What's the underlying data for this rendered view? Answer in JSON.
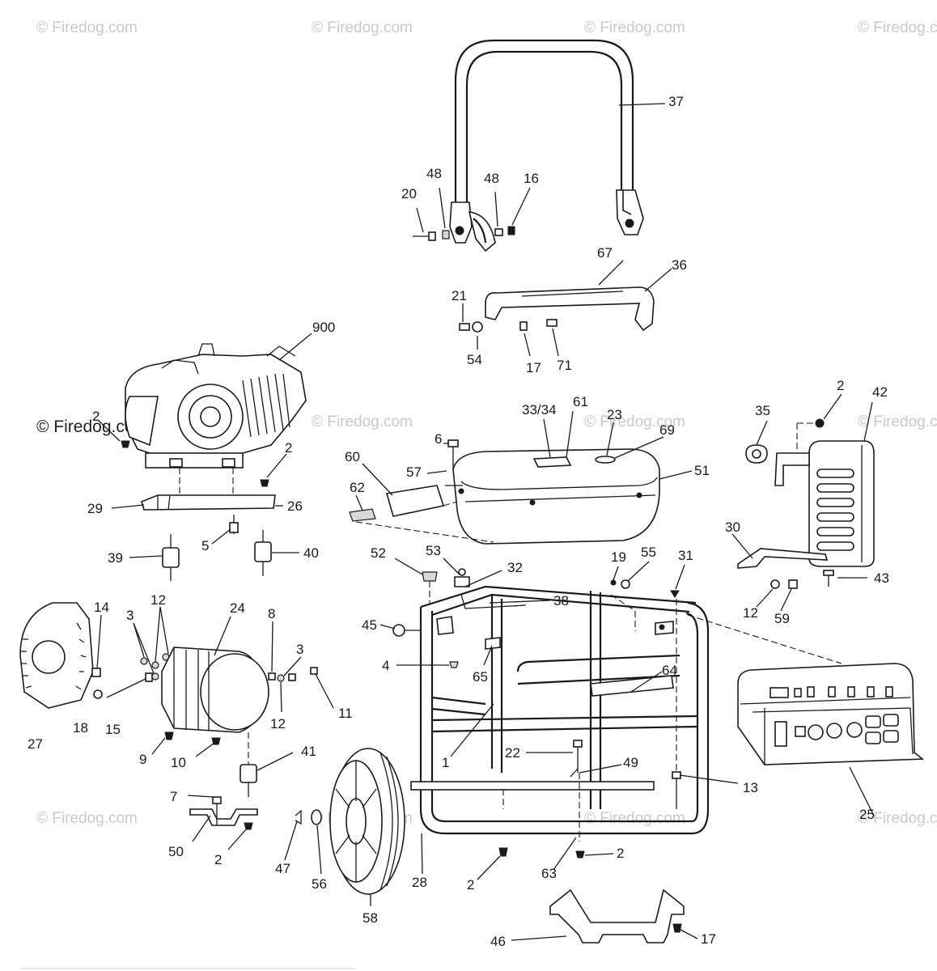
{
  "watermark": {
    "text": "© Firedog.com",
    "prominent_text": "© Firedog.com"
  },
  "callouts": [
    "900",
    "2",
    "2",
    "29",
    "26",
    "5",
    "39",
    "40",
    "14",
    "12",
    "3",
    "24",
    "8",
    "3",
    "27",
    "18",
    "15",
    "12",
    "11",
    "9",
    "10",
    "41",
    "7",
    "50",
    "2",
    "20",
    "48",
    "48",
    "16",
    "37",
    "67",
    "36",
    "21",
    "54",
    "17",
    "71",
    "6",
    "57",
    "33/34",
    "61",
    "23",
    "69",
    "51",
    "60",
    "62",
    "52",
    "53",
    "32",
    "38",
    "45",
    "4",
    "65",
    "64",
    "1",
    "22",
    "49",
    "47",
    "56",
    "58",
    "28",
    "2",
    "63",
    "2",
    "46",
    "17",
    "19",
    "55",
    "31",
    "13",
    "35",
    "2",
    "42",
    "30",
    "43",
    "12",
    "59",
    "25"
  ]
}
